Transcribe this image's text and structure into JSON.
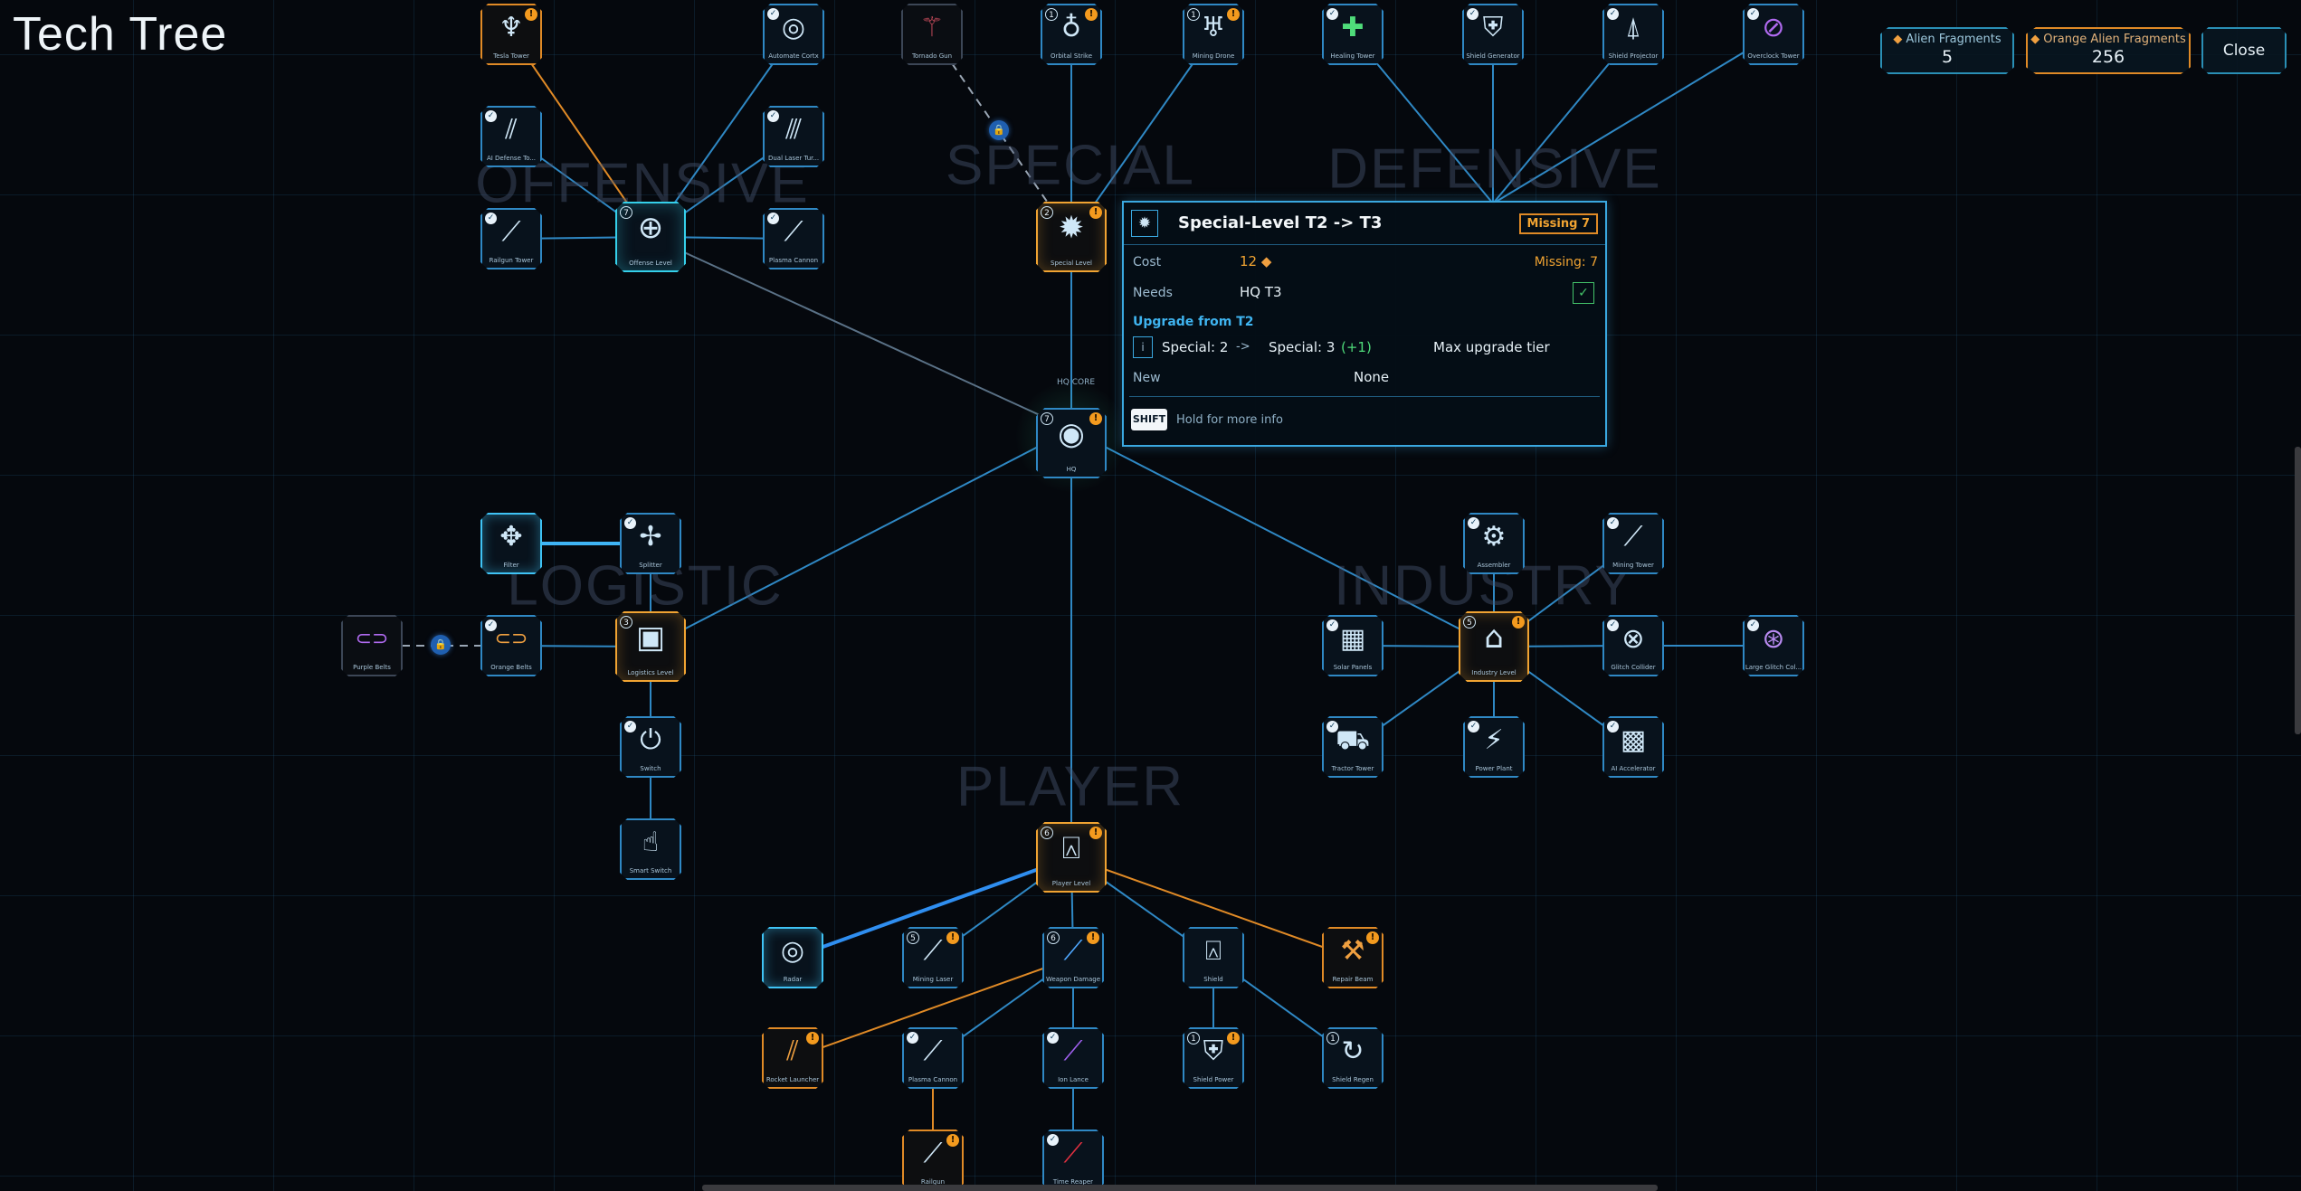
{
  "title": "Tech Tree",
  "currencies": {
    "alien": {
      "label": "Alien Fragments",
      "value": "5"
    },
    "orange": {
      "label": "Orange Alien Fragments",
      "value": "256"
    }
  },
  "close_label": "Close",
  "sections": {
    "offensive": "OFFENSIVE",
    "special": "SPECIAL",
    "defensive": "DEFENSIVE",
    "logistic": "LOGISTIC",
    "industry": "INDUSTRY",
    "player": "PLAYER"
  },
  "hq_core_label": "HQ CORE",
  "nodes": {
    "tesla_tower": "Tesla Tower",
    "ai_defense": "AI Defense To...",
    "railgun_tower": "Railgun Tower",
    "offense_level": "Offense Level",
    "automate_cortx": "Automate Cortx",
    "dual_laser": "Dual Laser Tur...",
    "plasma_cannon_tower": "Plasma Cannon",
    "tornado_gun": "Tornado Gun",
    "orbital_strike": "Orbital Strike",
    "mining_drone": "Mining Drone",
    "special_level": "Special Level",
    "healing_tower": "Healing Tower",
    "shield_generator": "Shield Generator",
    "shield_projector": "Shield Projector",
    "overclock_tower": "Overclock Tower",
    "hq": "HQ",
    "filter": "Filter",
    "splitter": "Splitter",
    "purple_belts": "Purple Belts",
    "orange_belts": "Orange Belts",
    "logistics_level": "Logistics Level",
    "switch": "Switch",
    "smart_switch": "Smart Switch",
    "assembler": "Assembler",
    "mining_tower": "Mining Tower",
    "solar_panels": "Solar Panels",
    "industry_level": "Industry Level",
    "glitch_collider": "Glitch Collider",
    "large_glitch": "Large Glitch Col...",
    "tractor_tower": "Tractor Tower",
    "power_plant": "Power Plant",
    "ai_accelerator": "AI Accelerator",
    "player_level": "Player Level",
    "radar": "Radar",
    "mining_laser": "Mining Laser",
    "weapon_damage": "Weapon Damage",
    "shield": "Shield",
    "repair_beam": "Repair Beam",
    "rocket_launcher": "Rocket Launcher",
    "plasma_cannon": "Plasma Cannon",
    "ion_lance": "Ion Lance",
    "shield_power": "Shield Power",
    "shield_regen": "Shield Regen",
    "railgun": "Railgun",
    "time_reaper": "Time Reaper"
  },
  "levels": {
    "offense": "7",
    "special": "2",
    "hq": "7",
    "logistics": "3",
    "industry": "5",
    "player": "6",
    "orbital": "1",
    "mining_drone": "1",
    "mining_laser": "5",
    "weapon_damage": "6",
    "shield_power": "1",
    "shield_regen": "1"
  },
  "tooltip": {
    "title": "Special-Level T2 -> T3",
    "missing_badge": "Missing 7",
    "cost_label": "Cost",
    "cost_value": "12",
    "missing_text": "Missing: 7",
    "needs_label": "Needs",
    "needs_value": "HQ T3",
    "upgrade_title": "Upgrade from T2",
    "info": "i",
    "from": "Special: 2",
    "arrow": "->",
    "to": "Special: 3",
    "delta": "(+1)",
    "max_tier": "Max upgrade tier",
    "new_label": "New",
    "new_value": "None",
    "shift_key": "SHIFT",
    "shift_hint": "Hold for more info"
  },
  "colors": {
    "background": "#05080d",
    "wire_blue": "#2f88c4",
    "wire_orange": "#e08a26",
    "accent_cyan": "#35d0ea",
    "missing_orange": "#f0a332",
    "check_green": "#44c46a"
  }
}
